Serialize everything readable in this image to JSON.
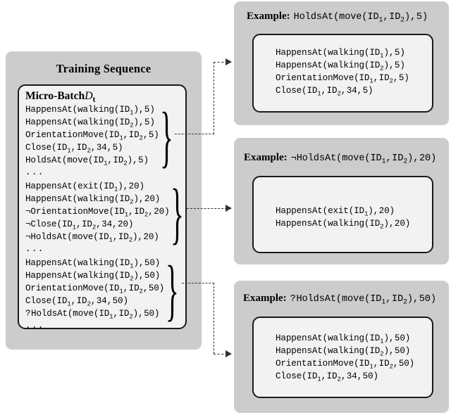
{
  "figure": {
    "training_panel": {
      "title": "Training Sequence",
      "micro_batch_label": "Micro-Batch",
      "micro_batch_symbol": "D",
      "micro_batch_subscript": "t",
      "ellipsis": "...",
      "groups": [
        {
          "id": "group-5",
          "lines": [
            "HappensAt(walking(ID1),5)",
            "HappensAt(walking(ID2),5)",
            "OrientationMove(ID1,ID2,5)",
            "Close(ID1,ID2,34,5)",
            "HoldsAt(move(ID1,ID2),5)"
          ]
        },
        {
          "id": "group-20",
          "lines": [
            "HappensAt(exit(ID1),20)",
            "HappensAt(walking(ID2),20)",
            "¬OrientationMove(ID1,ID2,20)",
            "¬Close(ID1,ID2,34,20)",
            "¬HoldsAt(move(ID1,ID2),20)"
          ]
        },
        {
          "id": "group-50",
          "lines": [
            "HappensAt(walking(ID1),50)",
            "HappensAt(walking(ID2),50)",
            "OrientationMove(ID1,ID2,50)",
            "Close(ID1,ID2,34,50)",
            "?HoldsAt(move(ID1,ID2),50)"
          ]
        }
      ]
    },
    "examples": [
      {
        "id": "example-positive",
        "title_word": "Example:",
        "title_formula": "HoldsAt(move(ID1,ID2),5)",
        "lines": [
          "HappensAt(walking(ID1),5)",
          "HappensAt(walking(ID2),5)",
          "OrientationMove(ID1,ID2,5)",
          "Close(ID1,ID2,34,5)"
        ]
      },
      {
        "id": "example-negative",
        "title_word": "Example:",
        "title_formula": "¬HoldsAt(move(ID1,ID2),20)",
        "lines": [
          "HappensAt(exit(ID1),20)",
          "HappensAt(walking(ID2),20)"
        ]
      },
      {
        "id": "example-query",
        "title_word": "Example:",
        "title_formula": "?HoldsAt(move(ID1,ID2),50)",
        "lines": [
          "HappensAt(walking(ID1),50)",
          "HappensAt(walking(ID2),50)",
          "OrientationMove(ID1,ID2,50)",
          "Close(ID1,ID2,34,50)"
        ]
      }
    ],
    "colors": {
      "panel_background": "#cccccc",
      "inner_background": "#f2f2f2",
      "border": "#1a1a1a",
      "connector": "#333333",
      "page_background": "#ffffff"
    }
  }
}
